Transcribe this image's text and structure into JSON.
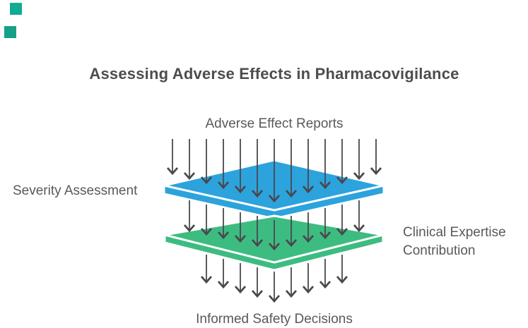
{
  "title": "Assessing Adverse Effects in Pharmacovigilance",
  "labels": {
    "input": "Adverse Effect Reports",
    "left": "Severity Assessment",
    "right": "Clinical Expertise Contribution",
    "output": "Informed Safety Decisions"
  },
  "layers": [
    {
      "name": "Severity Assessment layer",
      "color": "#2CA3DC"
    },
    {
      "name": "Clinical Expertise Contribution layer",
      "color": "#3DBC81"
    }
  ],
  "colors": {
    "title": "#4d4d4d",
    "text": "#595959",
    "arrow": "#4B474D",
    "layer_outline": "#ffffff",
    "deco1": "#12ab94",
    "deco2": "#16a085"
  }
}
